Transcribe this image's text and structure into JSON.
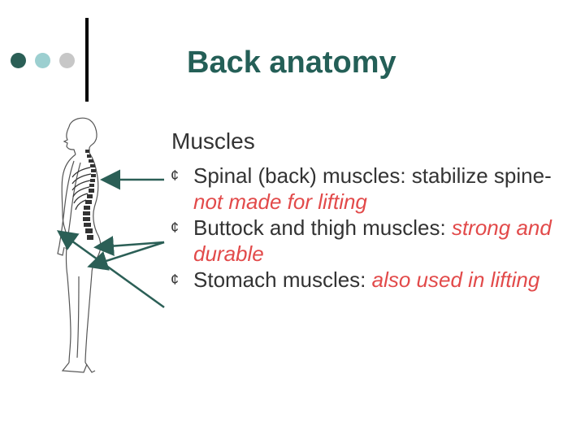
{
  "colors": {
    "dot1": "#2b5f56",
    "dot2": "#9ccfd0",
    "dot3": "#c7c7c7",
    "title": "#245f57",
    "arrow": "#2b5f56",
    "highlight": "#e24a4a",
    "text": "#333333"
  },
  "slide": {
    "title": "Back anatomy",
    "heading": "Muscles",
    "bullet_marker": "¢",
    "bullets": [
      {
        "text": "Spinal (back) muscles: stabilize spine- ",
        "highlight": "not made for lifting"
      },
      {
        "text": " Buttock and thigh muscles: ",
        "highlight": "strong and durable"
      },
      {
        "text": "Stomach muscles: ",
        "highlight": "also used in lifting"
      }
    ]
  },
  "icons": {
    "bullet": "open-circle-bullet-icon",
    "figure": "human-skeleton-side-view-icon"
  }
}
